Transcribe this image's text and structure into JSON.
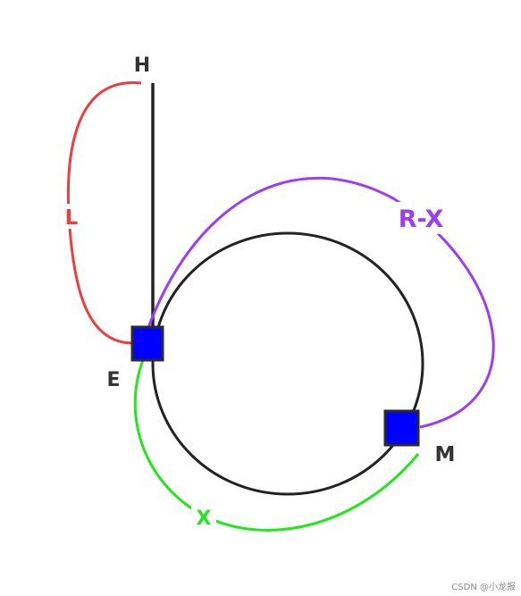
{
  "labels": {
    "h": "H",
    "l": "L",
    "rx": "R-X",
    "e": "E",
    "m": "M",
    "x": "X"
  },
  "colors": {
    "circle": "#222222",
    "stem": "#222222",
    "l_curve": "#f03c3c",
    "rx_curve": "#9b3df5",
    "x_curve": "#22e61e",
    "node_fill": "#0000ff",
    "node_stroke": "#2b2b2b",
    "text_dark": "#333333"
  },
  "watermark": "CSDN @小龙报"
}
